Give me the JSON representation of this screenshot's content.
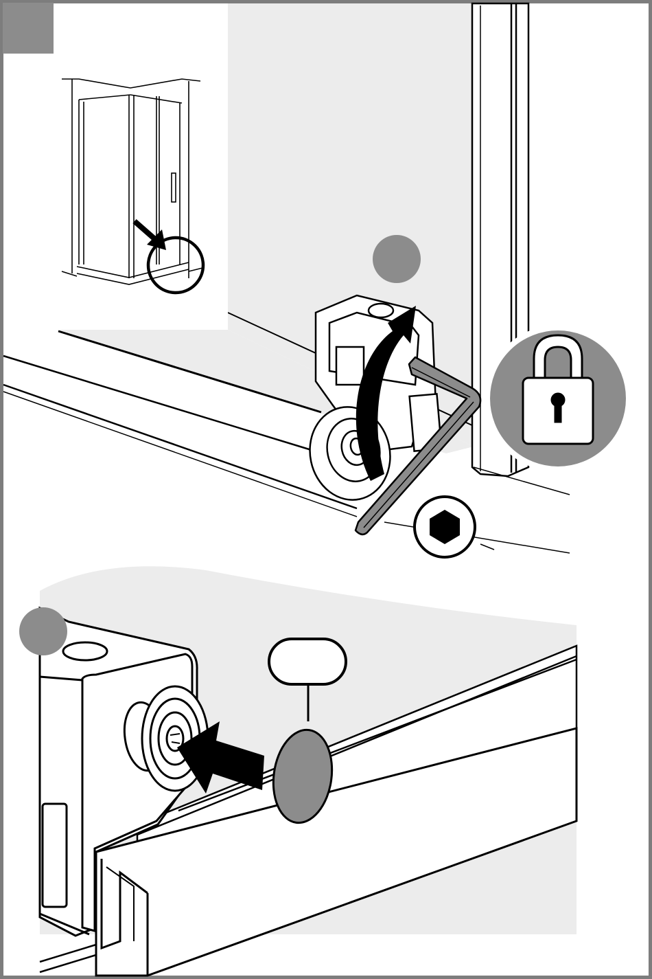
{
  "figure": {
    "step_number": "",
    "callout_1": "",
    "callout_2": "",
    "cap_count_label": ""
  },
  "colors": {
    "frame": "#7d7d7d",
    "badge_gray": "#8c8c8c",
    "panel_gray": "#ececec",
    "ink": "#000000",
    "paper": "#ffffff"
  },
  "icons": [
    "shower-enclosure-overview",
    "pointer-arrow",
    "magnifier-circle",
    "hex-key-allen-wrench",
    "rotation-arrow",
    "padlock-icon",
    "hex-socket-icon",
    "roller-wheel",
    "cover-cap",
    "press-arrow"
  ]
}
